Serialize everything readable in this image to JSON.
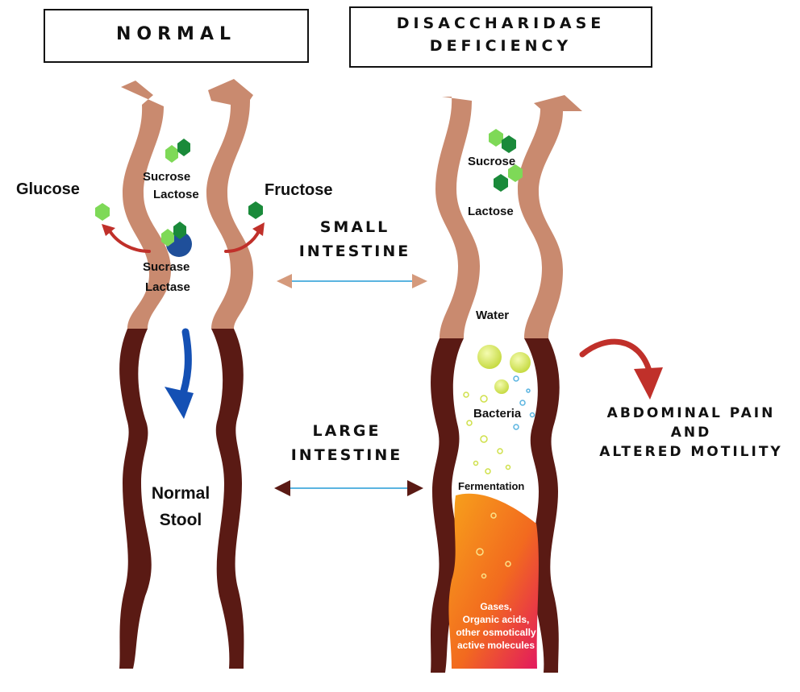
{
  "headers": {
    "normal": "NORMAL",
    "deficiency_line1": "DISACCHARIDASE",
    "deficiency_line2": "DEFICIENCY"
  },
  "normal": {
    "glucose": "Glucose",
    "fructose": "Fructose",
    "sucrose": "Sucrose",
    "lactose": "Lactose",
    "sucrase": "Sucrase",
    "lactase": "Lactase",
    "stool_line1": "Normal",
    "stool_line2": "Stool"
  },
  "deficiency": {
    "sucrose": "Sucrose",
    "lactose": "Lactose",
    "water": "Water",
    "bacteria": "Bacteria",
    "fermentation": "Fermentation",
    "gases_line1": "Gases,",
    "gases_line2": "Organic acids,",
    "gases_line3": "other osmotically",
    "gases_line4": "active molecules"
  },
  "labels": {
    "small_line1": "SMALL",
    "small_line2": "INTESTINE",
    "large_line1": "LARGE",
    "large_line2": "INTESTINE",
    "pain_line1": "ABDOMINAL PAIN",
    "pain_line2": "AND",
    "pain_line3": "ALTERED MOTILITY"
  },
  "colors": {
    "small_intestine": "#c98a6f",
    "large_intestine": "#5a1a14",
    "molecule_light": "#7ed957",
    "molecule_dark": "#1a8a3a",
    "enzyme": "#1f4f9a",
    "red_arrow": "#c0302a",
    "blue_arrow": "#1450b4",
    "connector": "#5ab4e0",
    "bubble": "#cfe04a"
  }
}
